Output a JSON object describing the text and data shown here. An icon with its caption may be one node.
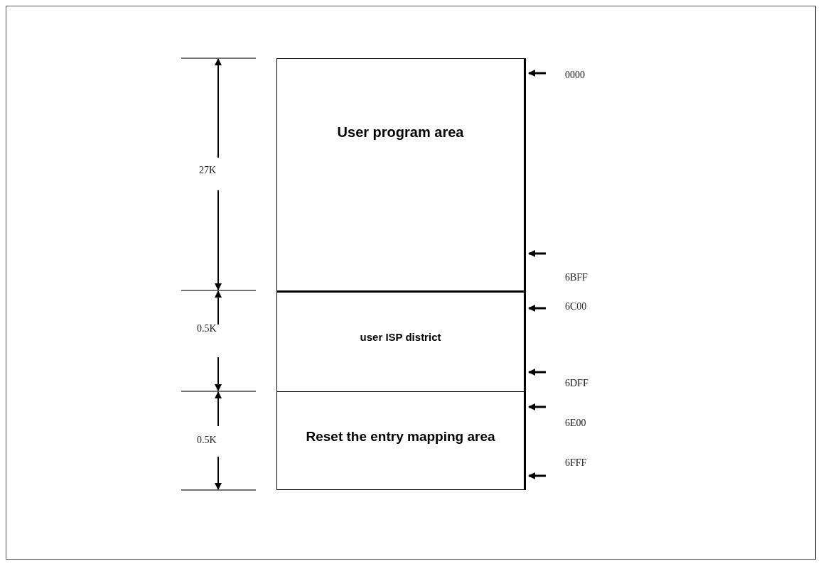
{
  "diagram": {
    "nodes": [
      {
        "text": [
          "User program area"
        ]
      },
      {
        "text": [
          "user ISP district"
        ]
      },
      {
        "text": [
          "Reset the entry mapping area"
        ]
      }
    ],
    "labels": [
      "0000",
      "27K",
      "6BFF",
      "6C00",
      "0.5K",
      "6DFF",
      "6E00",
      "0.5K",
      "6FFF"
    ]
  }
}
